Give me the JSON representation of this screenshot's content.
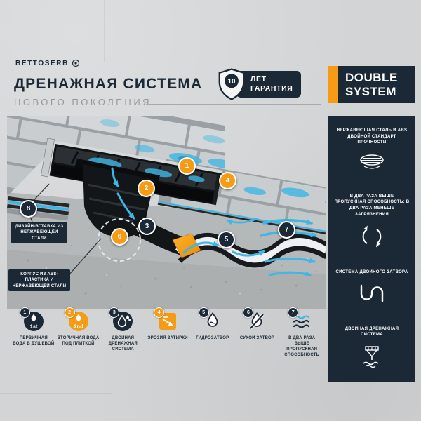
{
  "colors": {
    "accent_orange": "#F59B16",
    "navy": "#1B2936",
    "water_blue": "#3FB6E4",
    "background_gray": "#D2D4D5"
  },
  "header": {
    "brand": "BETTOSERB",
    "title": "ДРЕНАЖНАЯ СИСТЕМА",
    "subtitle": "НОВОГО ПОКОЛЕНИЯ",
    "warranty": {
      "years": "10",
      "line1": "ЛЕТ",
      "line2": "ГАРАНТИЯ"
    },
    "badge": {
      "line1": "DOUBLE",
      "line2": "SYSTEM"
    }
  },
  "sidebar": {
    "features": [
      {
        "label": "НЕРЖАВЕЮЩАЯ СТАЛЬ И ABS ДВОЙНОЙ СТАНДАРТ ПРОЧНОСТИ"
      },
      {
        "label": "В ДВА РАЗА ВЫШЕ ПРОПУСКНАЯ СПОСОБНОСТЬ: В ДВА РАЗА МЕНЬШЕ ЗАГРЯЗНЕНИЯ"
      },
      {
        "label": "СИСТЕМА ДВОЙНОГО ЗАТВОРА"
      },
      {
        "label": "ДВОЙНАЯ ДРЕНАЖНАЯ СИСТЕМА"
      }
    ]
  },
  "diagram": {
    "markers": [
      {
        "number": "1"
      },
      {
        "number": "2"
      },
      {
        "number": "3"
      },
      {
        "number": "4"
      },
      {
        "number": "5"
      },
      {
        "number": "6"
      },
      {
        "number": "7"
      },
      {
        "number": "8"
      }
    ],
    "labels": [
      {
        "text": "ДИЗАЙН-ВСТАВКА ИЗ НЕРЖАВЕЮЩЕЙ СТАЛИ"
      },
      {
        "text": "КОРПУС ИЗ ABS-ПЛАСТИКА И НЕРЖАВЕЮЩЕЙ СТАЛИ"
      }
    ]
  },
  "legend": {
    "items": [
      {
        "number": "1",
        "icon_text": "1st",
        "caption": "ПЕРВИЧНАЯ ВОДА В ДУШЕВОЙ"
      },
      {
        "number": "2",
        "icon_text": "2nd",
        "caption": "ВТОРИЧНАЯ ВОДА ПОД ПЛИТКОЙ"
      },
      {
        "number": "3",
        "caption": "ДВОЙНАЯ ДРЕНАЖНАЯ СИСТЕМА"
      },
      {
        "number": "4",
        "caption": "ЭРОЗИЯ ЗАТИРКИ"
      },
      {
        "number": "5",
        "caption": "ГИДРОЗАТВОР"
      },
      {
        "number": "6",
        "caption": "СУХОЙ ЗАТВОР"
      },
      {
        "number": "7",
        "caption": "В ДВА РАЗА ВЫШЕ ПРОПУСКНАЯ СПОСОБНОСТЬ"
      }
    ]
  }
}
